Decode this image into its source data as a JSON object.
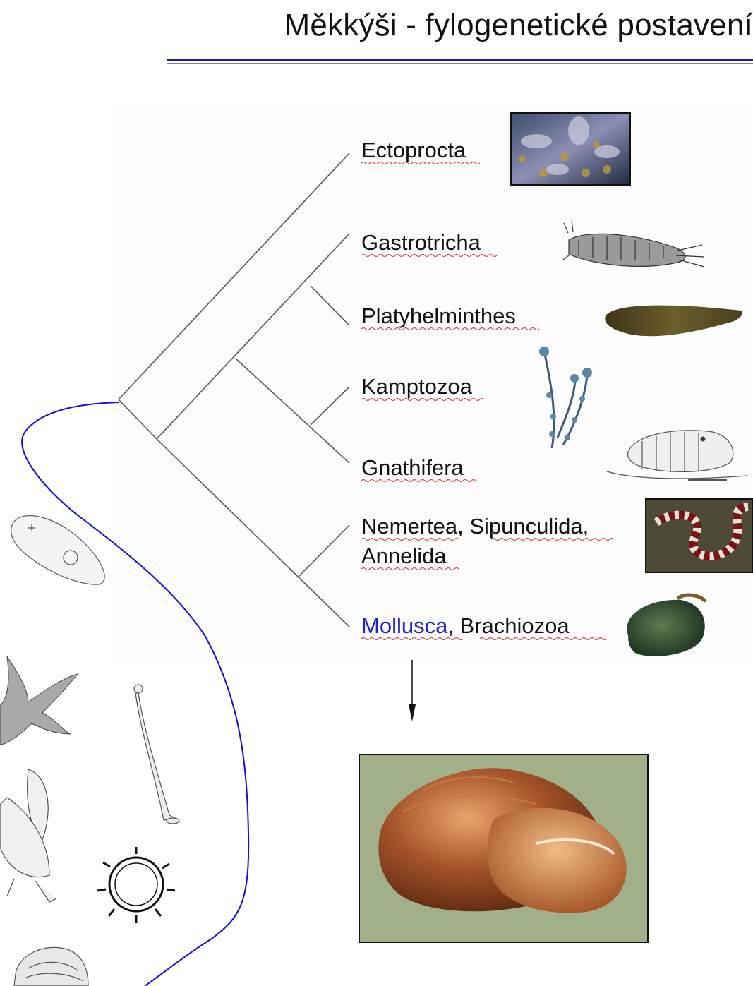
{
  "title": "Měkkýši - fylogenetické postavení",
  "colors": {
    "title_rule": "#1a1aa0",
    "highlight": "#2020d0",
    "outline_curve": "#1010d8",
    "snail_background": "#a1b088"
  },
  "taxa": [
    {
      "label": "Ectoprocta",
      "icon": "bryozoan-colony-photo"
    },
    {
      "label": "Gastrotricha",
      "icon": "gastrotrich-drawing"
    },
    {
      "label": "Platyhelminthes",
      "icon": "flatworm-photo"
    },
    {
      "label": "Kamptozoa",
      "icon": "kamptozoan-drawing"
    },
    {
      "label": "Gnathifera",
      "icon": "rotifer-drawing"
    },
    {
      "label_line1": "Nemertea, Sipunculida,",
      "label_line2": "Annelida",
      "icon": "ribbon-worm-photo"
    },
    {
      "label_highlight": "Mollusca",
      "label_rest": ", Brachiozoa",
      "icon": "freshwater-snail-photo"
    }
  ],
  "outgroup_icons": [
    "flatworm-drawing",
    "starfish-drawing",
    "hydroid-drawing",
    "insect-drawing",
    "sea-cucumber-ring-drawing",
    "snail-shell-drawing"
  ],
  "result_icon": "land-snail-shell-photo"
}
